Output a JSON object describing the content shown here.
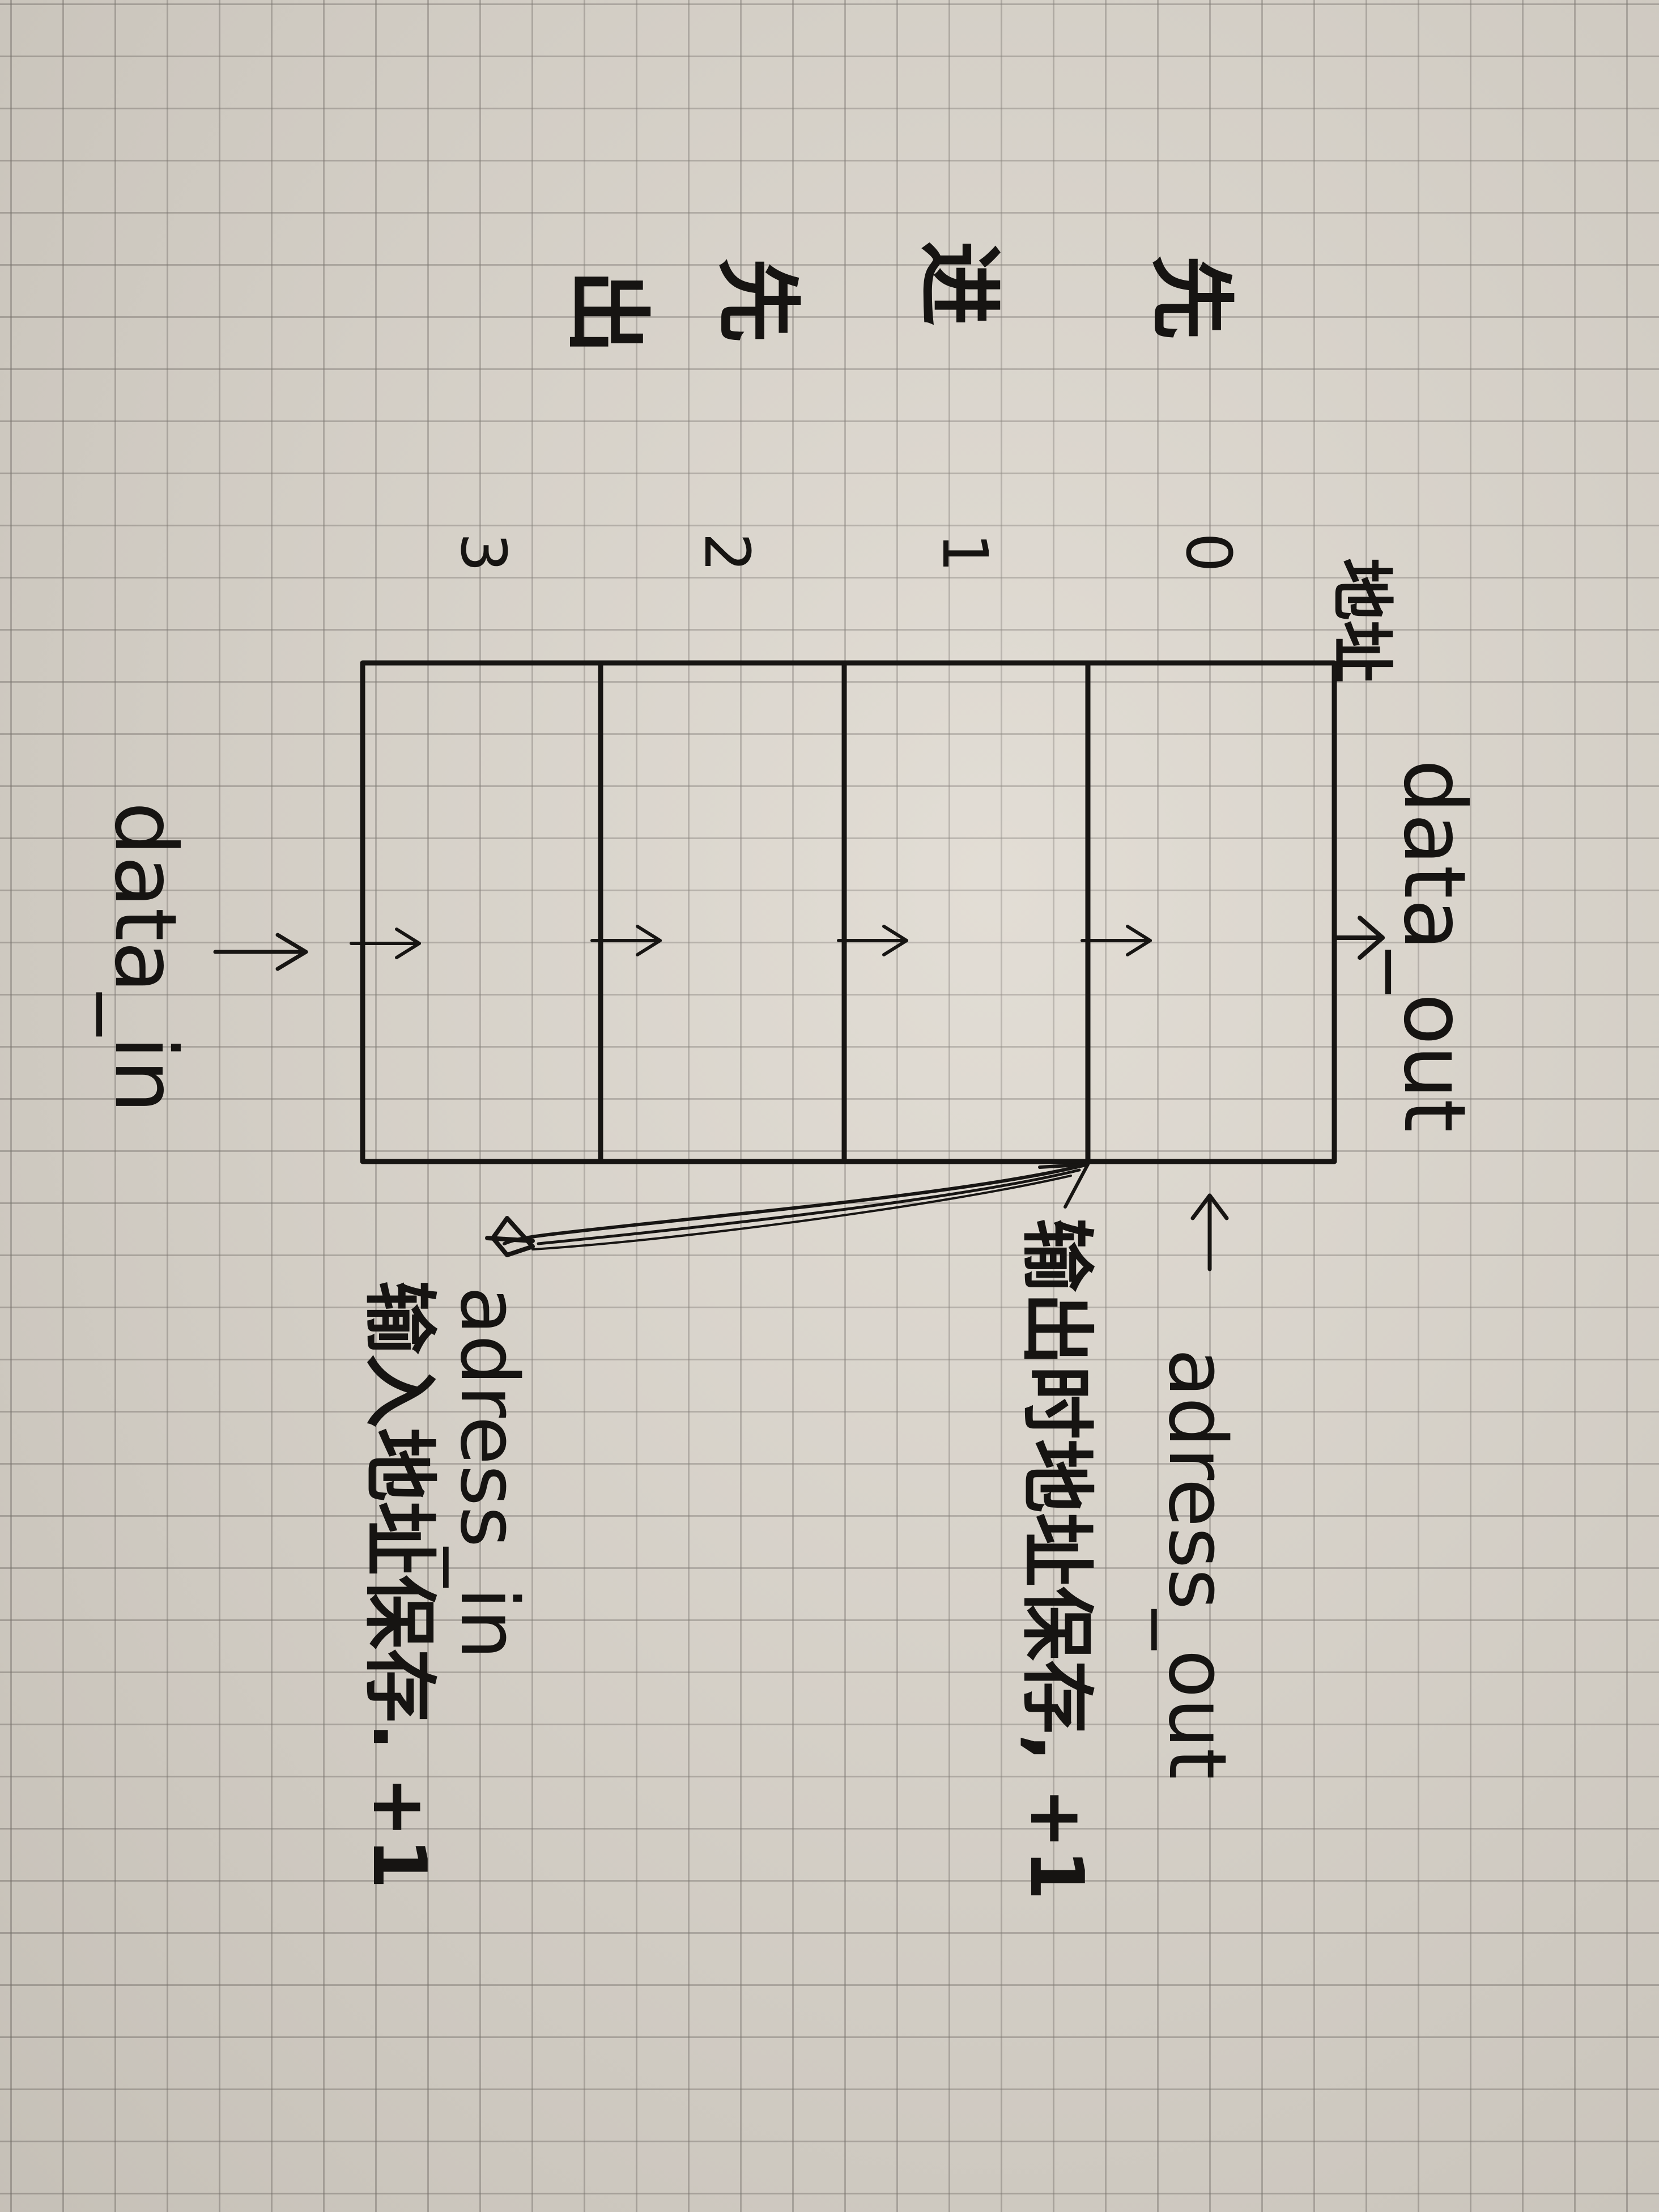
{
  "labels": {
    "address_header": "地址",
    "address_0": "0",
    "address_1": "1",
    "address_2": "2",
    "address_3": "3",
    "order_note": [
      "先",
      "进",
      "先",
      "出"
    ],
    "data_out": "data_out",
    "data_in": "data_in",
    "address_out": "adress_out",
    "address_in": "adress_in",
    "address_out_note": "输出时地址保存, +1",
    "address_in_note": "输入地址保存. +1"
  }
}
